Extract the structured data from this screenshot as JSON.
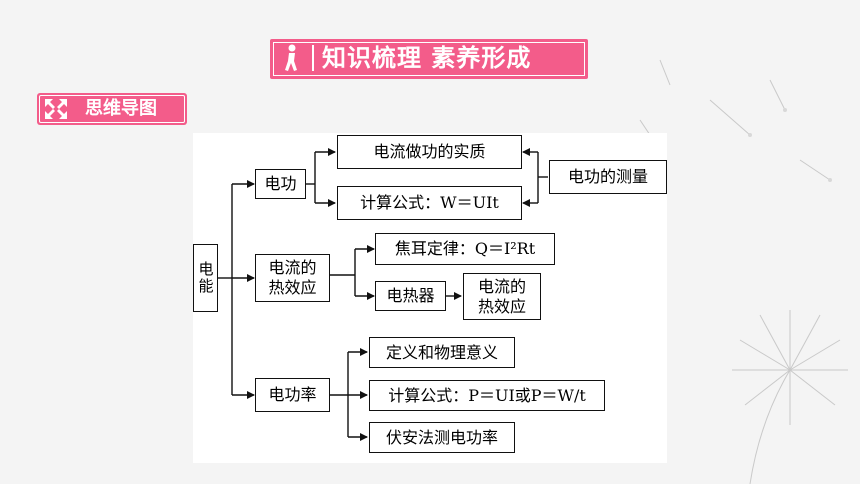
{
  "header": {
    "title": "知识梳理  素养形成"
  },
  "section_tag": {
    "label": "思维导图"
  },
  "diagram": {
    "root": "电能",
    "nodes": {
      "dg": "电功",
      "dg_essence": "电流做功的实质",
      "dg_formula": "计算公式：W＝UIt",
      "dg_measure": "电功的测量",
      "heat_line1": "电流的",
      "heat_line2": "热效应",
      "joule": "焦耳定律：Q＝I²Rt",
      "heater": "电热器",
      "heat2_line1": "电流的",
      "heat2_line2": "热效应",
      "power": "电功率",
      "power_def": "定义和物理意义",
      "power_formula": "计算公式：P＝UI或P＝W/t",
      "power_measure": "伏安法测电功率"
    }
  },
  "colors": {
    "accent": "#f35c8a",
    "line": "#111111"
  }
}
